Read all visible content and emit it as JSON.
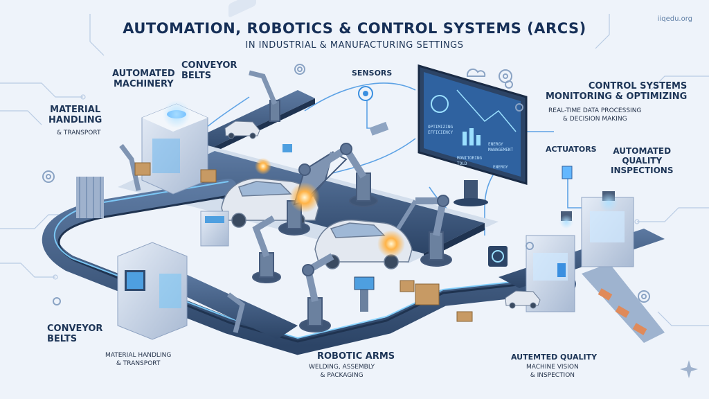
{
  "title": "AUTOMATION, ROBOTICS & CONTROL SYSTEMS (ARCS)",
  "subtitle": "IN INDUSTRIAL & MANUFACTURING SETTINGS",
  "watermark": "iiqedu.org",
  "labels": {
    "automated_machinery": "AUTOMATED\nMACHINERY",
    "conveyor_belts_top": "CONVEYOR\nBELTS",
    "material_handling_left": "MATERIAL\nHANDLING",
    "material_handling_left_sub": "& TRANSPORT",
    "sensors": "SENSORS",
    "control_systems": "CONTROL SYSTEMS\nMONITORING & OPTIMIZING",
    "control_systems_sub": "REAL-TIME DATA PROCESSING\n& DECISION MAKING",
    "actuators": "ACTUATORS",
    "automated_quality_top": "AUTOMATED\nQUALITY\nINSPECTIONS",
    "conveyor_belts_bottom": "CONVEYOR\nBELTS",
    "material_handling_bottom": "MATERIAL HANDLING\n& TRANSPORT",
    "robotic_arms": "ROBOTIC ARMS",
    "robotic_arms_sub": "WELDING, ASSEMBLY\n& PACKAGING",
    "automated_quality_bottom": "AUTEMTED QUALITY",
    "automated_quality_bottom_sub": "MACHINE VISION\n& INSPECTION"
  },
  "screen": {
    "left_text": "OPTIMIZING\nEFFICIENCY",
    "mid_text": "MONITORING\nTOLD",
    "right_text": "ENERGY\nMANAGEMENT",
    "bottom_text": "ENERGY"
  },
  "colors": {
    "background": "#eef3fa",
    "title": "#162f57",
    "accent": "#3a8fe0",
    "belt": "#2f4a6e",
    "robot": "#5f7596",
    "spark": "#ffb347",
    "box": "#c79a64"
  },
  "icons": [
    "gear-icon",
    "cloud-icon",
    "lightbulb-icon",
    "sensor-icon",
    "robot-arm-icon",
    "monitor-icon",
    "camera-icon",
    "star-icon"
  ]
}
